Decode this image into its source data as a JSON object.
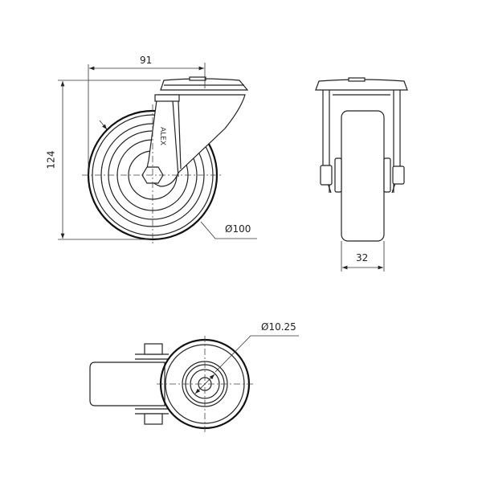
{
  "drawing": {
    "side_view": {
      "width_dimension": "91",
      "height_dimension": "124",
      "wheel_diameter": "Ø100",
      "brand_mark": "ALEX"
    },
    "front_view": {
      "wheel_width_dimension": "32"
    },
    "bottom_view": {
      "bore_diameter": "Ø10.25"
    }
  }
}
